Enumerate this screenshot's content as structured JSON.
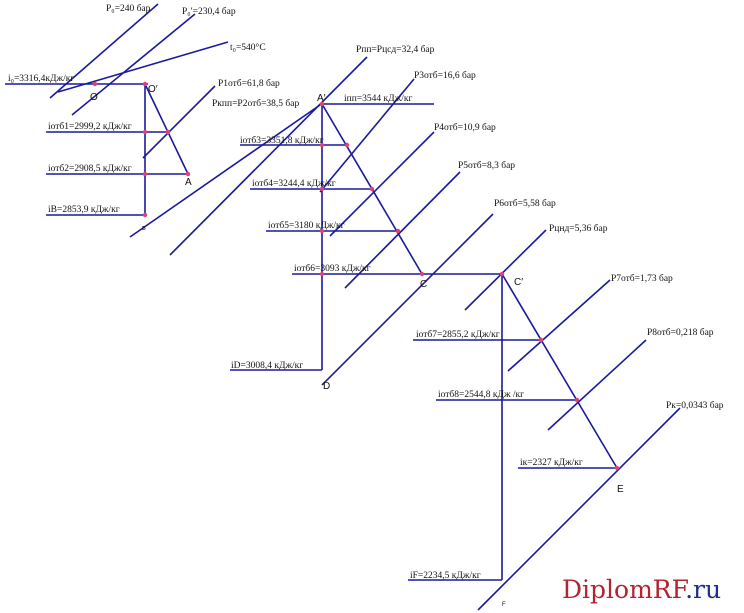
{
  "pressure_labels": {
    "p0": "P₀=240 бар",
    "p0_prime": "P₀′=230,4 бар",
    "t0": "t₀=540°C",
    "p1": "P1отб=61,8 бар",
    "pkpp": "Pкпп=P2отб=38,5 бар",
    "ppp": "Pпп=Pцсд=32,4 бар",
    "p3": "P3отб=16,6 бар",
    "p4": "P4отб=10,9 бар",
    "p5": "P5отб=8,3 бар",
    "p6": "P6отб=5,58 бар",
    "pcnd": "Pцнд=5,36 бар",
    "p7": "P7отб=1,73 бар",
    "p8": "P8отб=0,218 бар",
    "pk": "Pк=0,0343 бар"
  },
  "enthalpy_labels": {
    "i0": "i₀=3316,4кДж/кг",
    "i1": "iотб1=2999,2 кДж/кг",
    "i2": "iотб2=2908,5 кДж/кг",
    "iB": "iB=2853,9 кДж/кг",
    "ipp": "iпп=3544 кДж/кг",
    "i3": "iотб3=3351,8 кДж/кг",
    "i4": "iотб4=3244,4 кДж/кг",
    "i5": "iотб5=3180 кДж/кг",
    "i6": "iотб6=3093 кДж/кг",
    "iD": "iD=3008,4 кДж/кг",
    "i7": "iотб7=2855,2 кДж/кг",
    "i8": "iотб8=2544,8 кДж /кг",
    "ik": "iк=2327 кДж/кг",
    "iF": "iF=2234,5 кДж/кг"
  },
  "points": {
    "O": "O",
    "O_prime": "O′",
    "A": "A",
    "B": "в",
    "A_prime": "A′",
    "C": "C",
    "D": "D",
    "C_prime": "C′",
    "E": "E",
    "F": "F"
  },
  "watermark": {
    "main": "DiplomRF",
    "suffix": ".ru",
    "main_color": "#b2242f",
    "suffix_color": "#1e2f8a"
  },
  "line_color": "#1a1a9c",
  "point_color": "#e0407a"
}
